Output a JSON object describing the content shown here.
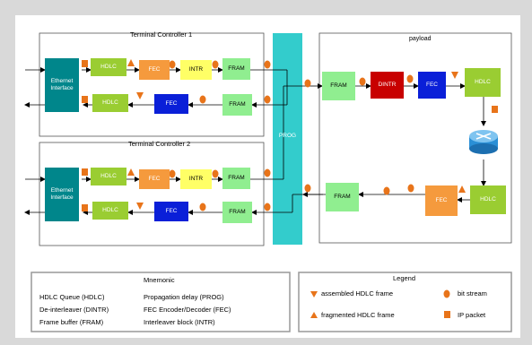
{
  "panels": {
    "tc1_title": "Terminal Controller 1",
    "tc2_title": "Terminal Controller 2",
    "payload_title": "payload"
  },
  "blocks": {
    "ethernet_line1": "Ethernet",
    "ethernet_line2": "Interface",
    "hdlc": "HDLC",
    "fec": "FEC",
    "intr": "INTR",
    "fram": "FRAM",
    "dintr": "DINTR",
    "prog": "PROG"
  },
  "colors": {
    "ethernet": "#00868b",
    "hdlc": "#9acd32",
    "fec_orange": "#f59a3d",
    "fec_blue": "#0a1fd8",
    "intr": "#ffff66",
    "fram": "#90ee90",
    "dintr": "#c80000",
    "prog": "#33cccc",
    "marker": "#e8741a"
  },
  "mnemonic": {
    "title": "Mnemonic",
    "col1": [
      "HDLC Queue (HDLC)",
      "De-interleaver (DINTR)",
      "Frame buffer (FRAM)"
    ],
    "col2": [
      "Propagation delay (PROG)",
      "FEC Encoder/Decoder (FEC)",
      "Interleaver block (INTR)"
    ]
  },
  "legend": {
    "title": "Legend",
    "assembled": "assembled HDLC frame",
    "fragmented": "fragmented HDLC frame",
    "bit_stream": "bit stream",
    "ip_packet": "IP packet"
  }
}
